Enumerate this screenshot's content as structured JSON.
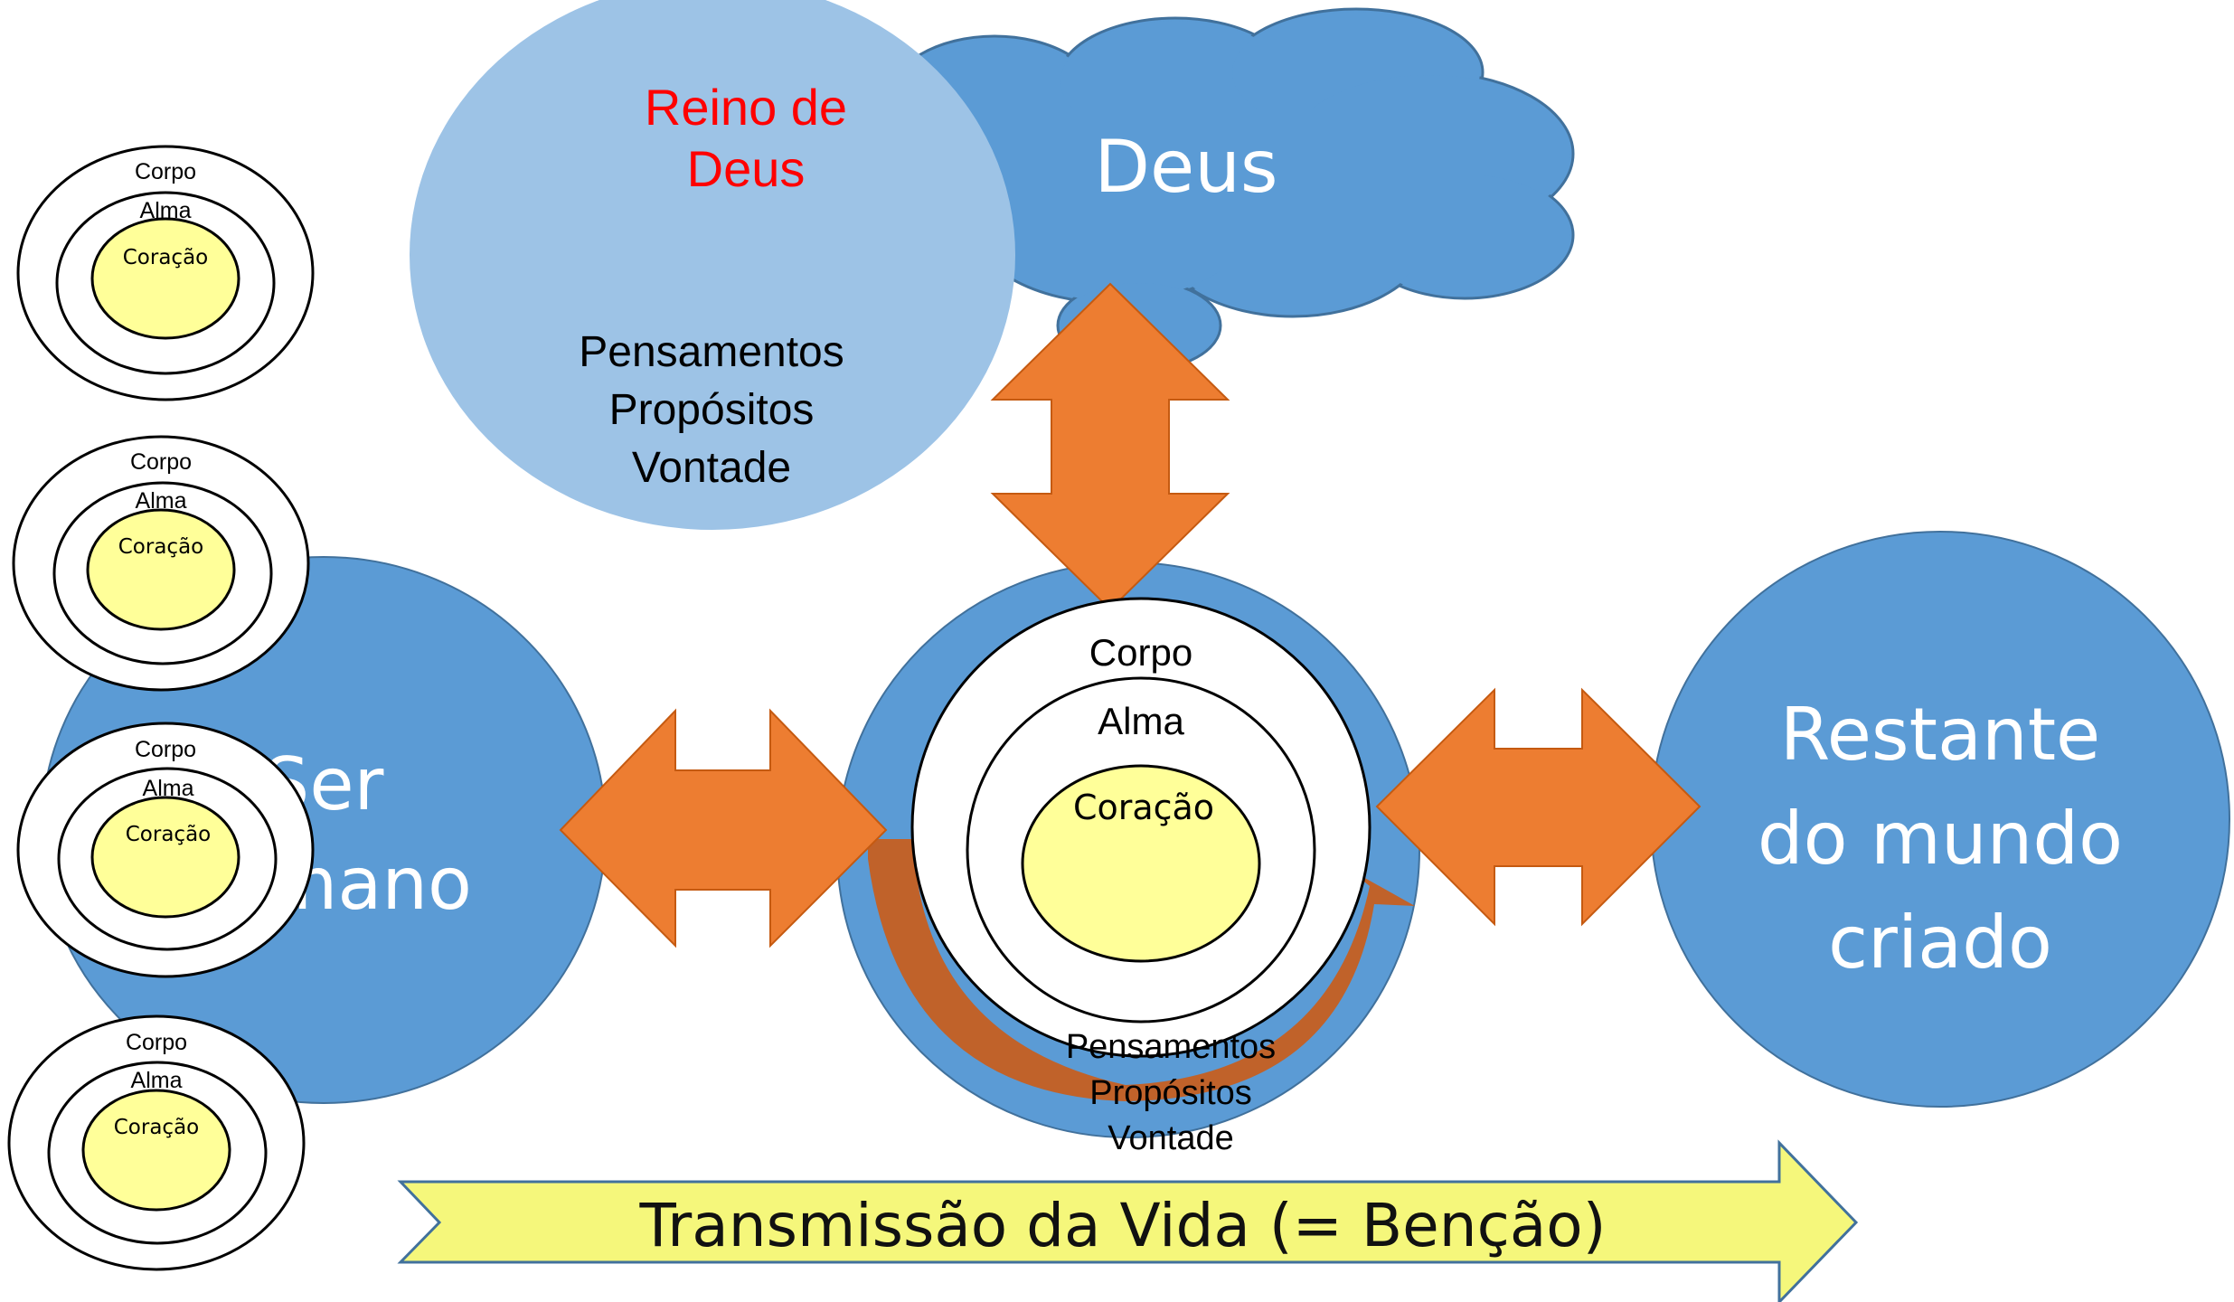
{
  "colors": {
    "blue": "#5b9bd5",
    "blue_light": "#9dc3e6",
    "blue_stroke": "#41719c",
    "orange": "#ed7d31",
    "orange_dark": "#c0622a",
    "yellow_heart": "#ffff99",
    "yellow_arrow": "#f5f77b",
    "red_text": "#ff0000"
  },
  "god": {
    "label": "Deus"
  },
  "kingdom": {
    "title_line1": "Reino de",
    "title_line2": "Deus",
    "line1": "Pensamentos",
    "line2": "Propósitos",
    "line3": "Vontade"
  },
  "human_being": {
    "line1": "Ser",
    "line2": "humano"
  },
  "world": {
    "line1": "Restante",
    "line2": "do mundo",
    "line3": "criado"
  },
  "center_person": {
    "outer_label": "Corpo",
    "middle_label": "Alma",
    "inner_label": "Coração",
    "lower_line1": "Pensamentos",
    "lower_line2": "Propósitos",
    "lower_line3": "Vontade"
  },
  "small_people": [
    {
      "outer": "Corpo",
      "middle": "Alma",
      "inner": "Coração"
    },
    {
      "outer": "Corpo",
      "middle": "Alma",
      "inner": "Coração"
    },
    {
      "outer": "Corpo",
      "middle": "Alma",
      "inner": "Coração"
    },
    {
      "outer": "Corpo",
      "middle": "Alma",
      "inner": "Coração"
    }
  ],
  "life_arrow": {
    "label": "Transmissão da  Vida (= Benção)"
  }
}
